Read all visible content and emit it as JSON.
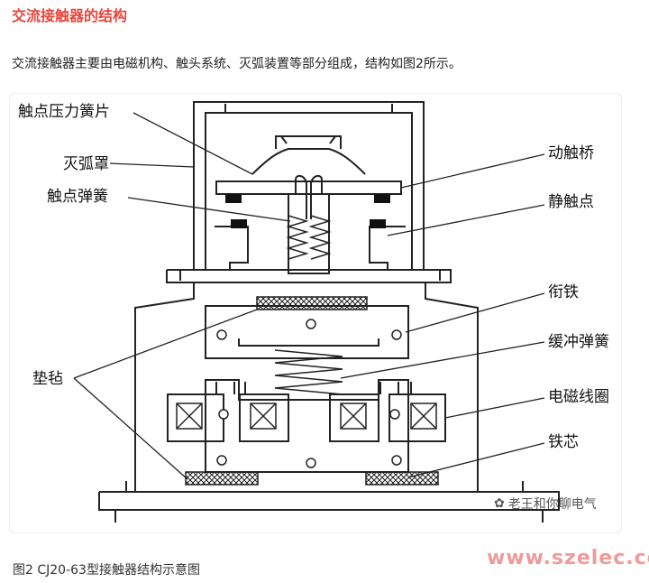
{
  "heading": "交流接触器的结构",
  "intro": "交流接触器主要由电磁机构、触头系统、灭弧装置等部分组成，结构如图2所示。",
  "diagram": {
    "labels_left": {
      "contact_pressure_spring_plate": "触点压力簧片",
      "arc_chute": "灭弧罩",
      "contact_spring": "触点弹簧",
      "felt_pad": "垫毡"
    },
    "labels_right": {
      "moving_contact_bridge": "动触桥",
      "static_contact": "静触点",
      "armature": "衔铁",
      "buffer_spring": "缓冲弹簧",
      "coil": "电磁线圈",
      "iron_core": "铁芯"
    }
  },
  "watermark": "老王和你聊电气",
  "caption": "图2    CJ20-63型接触器结构示意图",
  "site_watermark": "www.szelec.cc"
}
